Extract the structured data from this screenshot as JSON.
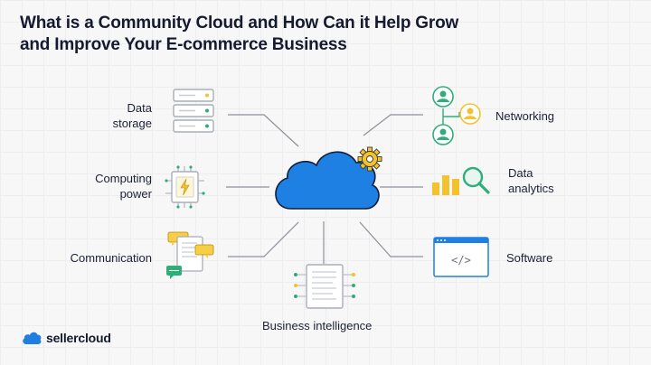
{
  "title_line1": "What is a Community Cloud and How Can it Help Grow",
  "title_line2": "and Improve Your E-commerce Business",
  "nodes": {
    "data_storage": [
      "Data",
      "storage"
    ],
    "computing_power": [
      "Computing",
      "power"
    ],
    "communication": "Communication",
    "business_intelligence": "Business intelligence",
    "networking": "Networking",
    "data_analytics": [
      "Data",
      "analytics"
    ],
    "software": "Software"
  },
  "software_code": "</>",
  "brand": {
    "name": "sellercloud",
    "accent": "#1e7fe0"
  },
  "colors": {
    "cloud_blue": "#1e80e2",
    "gear_yellow": "#f2c230",
    "icon_green": "#2fae7a",
    "icon_gray": "#b9bcc6",
    "line_gray": "#8d919c"
  },
  "icons": [
    "server-stack-icon",
    "cpu-chip-icon",
    "chat-documents-icon",
    "report-document-icon",
    "user-network-icon",
    "bar-chart-magnifier-icon",
    "browser-code-icon",
    "cloud-icon",
    "gear-icon"
  ]
}
